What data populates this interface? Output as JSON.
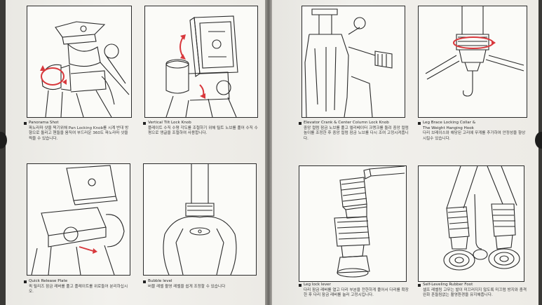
{
  "sections": [
    {
      "id": "panorama",
      "title": "Panorama Shot",
      "body": "파노라마 샷을 찍기위해 Pan Locking Knob를 시계 반대 방향으로 돌리고 핸들을 움직여 부드러운 360도 파노라마 샷을 찍을 수 있습니다."
    },
    {
      "id": "vertical-tilt",
      "title": "Vertical Tilt Lock Knob",
      "body": "플레이트 수직 수평 각도를 조절하기 위해 틸트 노브를 풀어 수직 수평으로 앵글을 조절하여 사용합니다."
    },
    {
      "id": "elevator",
      "title": "Elevator Crank & Center Column Lock Knob",
      "body": "중앙 컬럼 잠금 노브를 풀고 엘리베이터 크랭크를 돌려 중앙 컬럼 높이를 조정한 후 중앙 컬럼 잠금 노브를 다시 조여 고정시켜줍니다."
    },
    {
      "id": "leg-brace",
      "title": "Leg Brace Locking Collar &",
      "title2": "The Weight Hanging Hook",
      "body": "다리 브레이스와 해당된 고리에 무게를 추가하여 안정성을 향상 시킬수 있습니다."
    },
    {
      "id": "quick-release",
      "title": "Quick Release Plate",
      "body": "퀵 릴리즈 잠금 레버를 풀고 플레이트를 위로들어 분리하십시오."
    },
    {
      "id": "bubble",
      "title": "Bubble level",
      "body": "버블 레벨 촬영 레벨을 쉽게 조정할 수 있습니다"
    },
    {
      "id": "leg-lock",
      "title": "Leg lock lever",
      "body": "다리 잠금 레버를 열고 다리 부분을 전한하게 풀어서 다리를 확장한 후 다리 잠금 레버를 눌러 고정시킵니다."
    },
    {
      "id": "rubber-foot",
      "title": "Self-Leveling Rubber Foot",
      "body": "셀프 레벨링 고무는 발이 미끄러지지 않도록 미끄럼 방지와 충격완화 흔들림없는 촬영환경을 유지해줍니다."
    }
  ],
  "colors": {
    "accent": "#d8383c",
    "ink": "#222222",
    "paper": "#efeeea"
  }
}
